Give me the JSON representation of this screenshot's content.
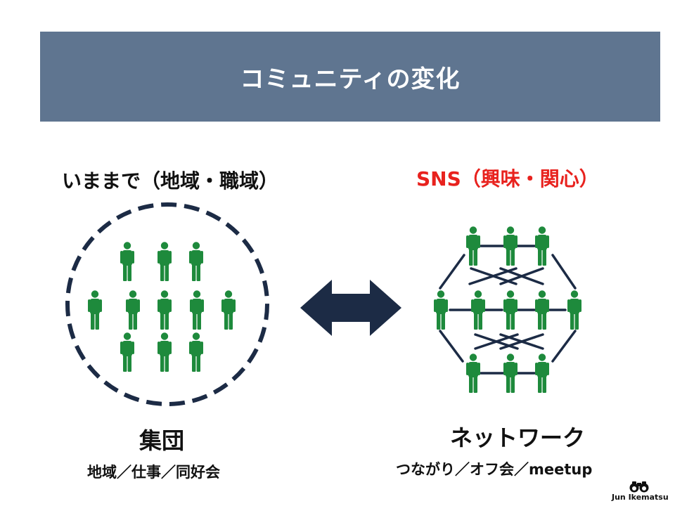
{
  "title": "コミュニティの変化",
  "left": {
    "heading": "いままで（地域・職域）",
    "label": "集団",
    "sublabel": "地域／仕事／同好会"
  },
  "right": {
    "heading": "SNS（興味・関心）",
    "label": "ネットワーク",
    "sublabel": "つながり／オフ会／meetup"
  },
  "logo": {
    "text": "Jun Ikematsu"
  },
  "colors": {
    "title_bar": "#5f7590",
    "person": "#1e8a3c",
    "dark": "#1c2b45",
    "accent_red": "#e8221e"
  },
  "icons": {
    "person": "person-icon",
    "arrow": "double-arrow-icon",
    "logo": "binoculars-icon"
  }
}
